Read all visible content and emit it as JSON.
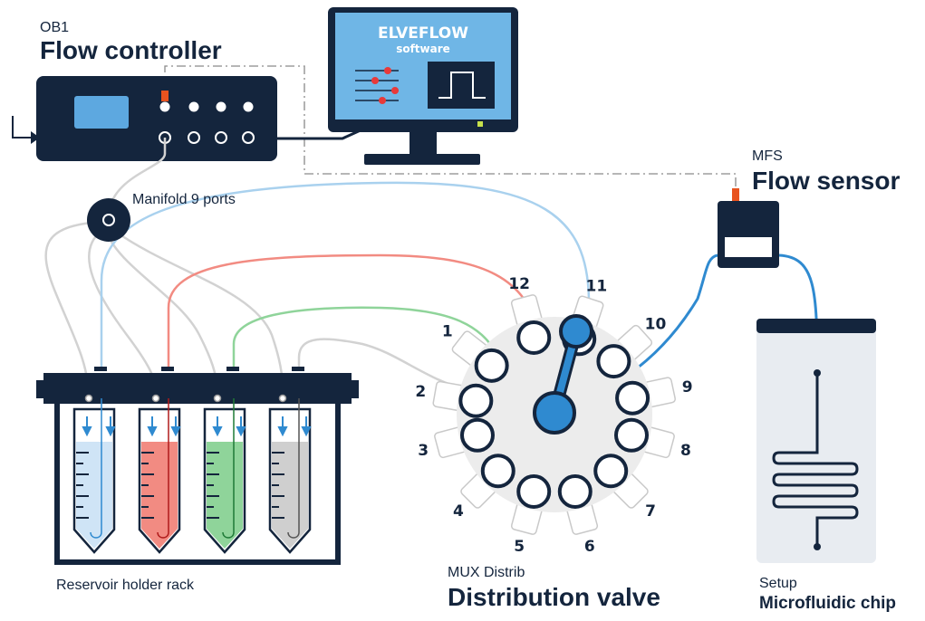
{
  "flow_controller": {
    "model": "OB1",
    "title": "Flow controller"
  },
  "software": {
    "brand": "ELVEFLOW",
    "subtitle": "software"
  },
  "flow_sensor": {
    "model": "MFS",
    "title": "Flow sensor"
  },
  "manifold": {
    "label": "Manifold 9 ports"
  },
  "reservoir_rack": {
    "label": "Reservoir holder rack"
  },
  "distribution_valve": {
    "model": "MUX Distrib",
    "title": "Distribution valve",
    "ports": [
      "1",
      "2",
      "3",
      "4",
      "5",
      "6",
      "7",
      "8",
      "9",
      "10",
      "11",
      "12"
    ]
  },
  "chip": {
    "model": "Setup",
    "title": "Microfluidic chip"
  },
  "colors": {
    "navy": "#14253d",
    "blue": "#2f8ad0",
    "light_blue": "#a9d1ee",
    "red": "#f28b82",
    "green": "#8fd49a",
    "grey": "#c9c9c9",
    "orange": "#e8531f"
  }
}
